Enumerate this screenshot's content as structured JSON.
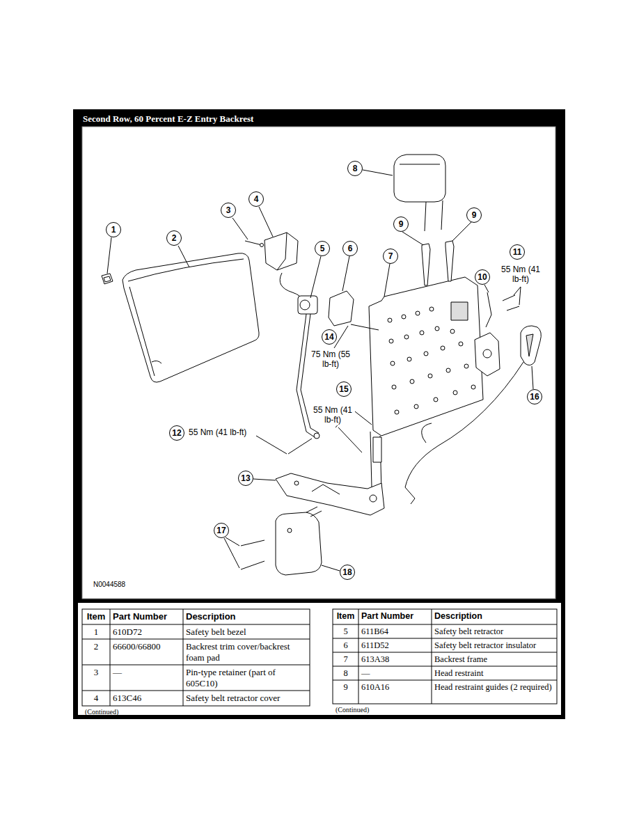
{
  "diagram": {
    "title": "Second Row, 60 Percent E-Z Entry Backrest",
    "nodes": [
      {
        "text": [
          "1"
        ]
      },
      {
        "text": [
          "2"
        ]
      },
      {
        "text": [
          "3"
        ]
      },
      {
        "text": [
          "4"
        ]
      },
      {
        "text": [
          "5"
        ]
      },
      {
        "text": [
          "6"
        ]
      },
      {
        "text": [
          "7"
        ]
      },
      {
        "text": [
          "8"
        ]
      },
      {
        "text": [
          "9"
        ]
      },
      {
        "text": [
          "9"
        ]
      },
      {
        "text": [
          "10"
        ]
      },
      {
        "text": [
          "11"
        ]
      },
      {
        "text": [
          "12"
        ]
      },
      {
        "text": [
          "13"
        ]
      },
      {
        "text": [
          "14"
        ]
      },
      {
        "text": [
          "15"
        ]
      },
      {
        "text": [
          "16"
        ]
      },
      {
        "text": [
          "17"
        ]
      },
      {
        "text": [
          "18"
        ]
      }
    ],
    "labels": [
      "55 Nm (41 lb-ft)",
      "75 Nm (55 lb-ft)",
      "55 Nm (41 lb-ft)",
      "55 Nm (41 lb-ft)",
      "N0044588",
      "Item",
      "Part Number",
      "Description",
      "1",
      "610D72",
      "Safety belt bezel",
      "2",
      "66600/66800",
      "Backrest trim cover/backrest foam pad",
      "3",
      "—",
      "Pin-type retainer (part of 605C10)",
      "4",
      "613C46",
      "Safety belt retractor cover",
      "(Continued)",
      "Item",
      "Part Number",
      "Description",
      "5",
      "611B64",
      "Safety belt retractor",
      "6",
      "611D52",
      "Safety belt retractor insulator",
      "7",
      "613A38",
      "Backrest frame",
      "8",
      "—",
      "Head restraint",
      "9",
      "610A16",
      "Head restraint guides (2 required)",
      "(Continued)"
    ]
  }
}
